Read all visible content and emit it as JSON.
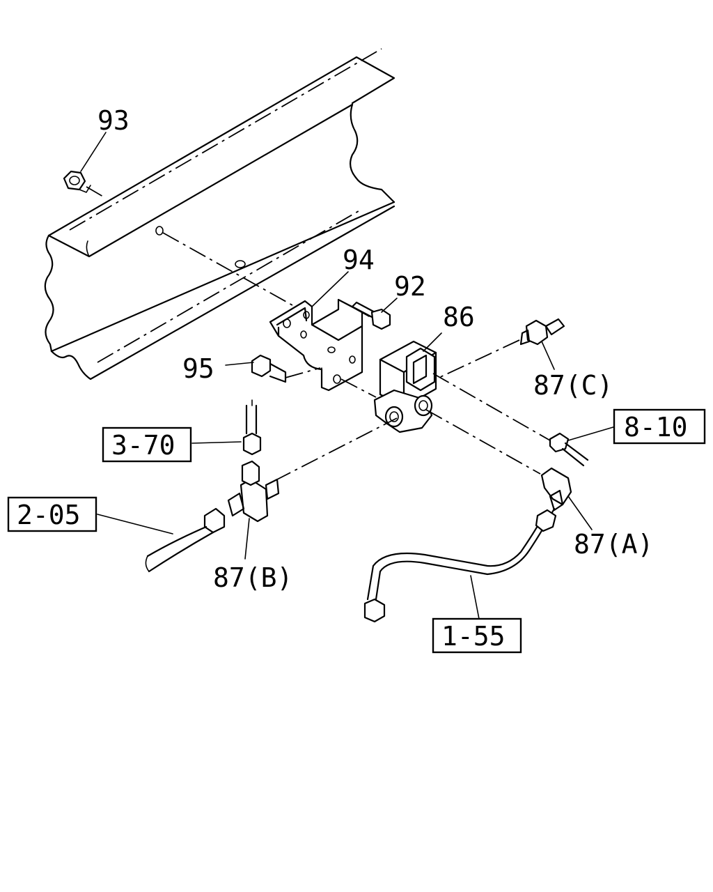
{
  "labels": {
    "p93": "93",
    "p94": "94",
    "p92": "92",
    "p86": "86",
    "p95": "95",
    "p87c": "87(C)",
    "p87a": "87(A)",
    "p87b": "87(B)"
  },
  "refs": {
    "r810": "8-10",
    "r370": "3-70",
    "r205": "2-05",
    "r155": "1-55"
  }
}
